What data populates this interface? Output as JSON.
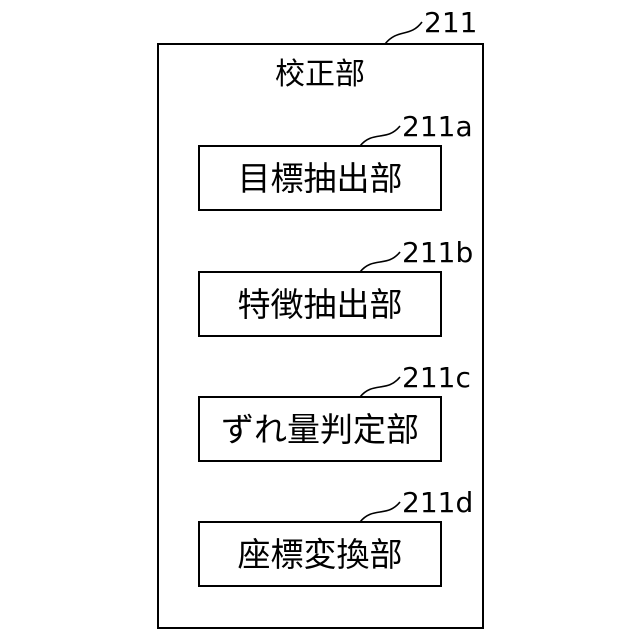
{
  "outer": {
    "ref": "211",
    "title": "校正部"
  },
  "units": [
    {
      "ref": "211a",
      "label": "目標抽出部"
    },
    {
      "ref": "211b",
      "label": "特徴抽出部"
    },
    {
      "ref": "211c",
      "label": "ずれ量判定部"
    },
    {
      "ref": "211d",
      "label": "座標変換部"
    }
  ]
}
